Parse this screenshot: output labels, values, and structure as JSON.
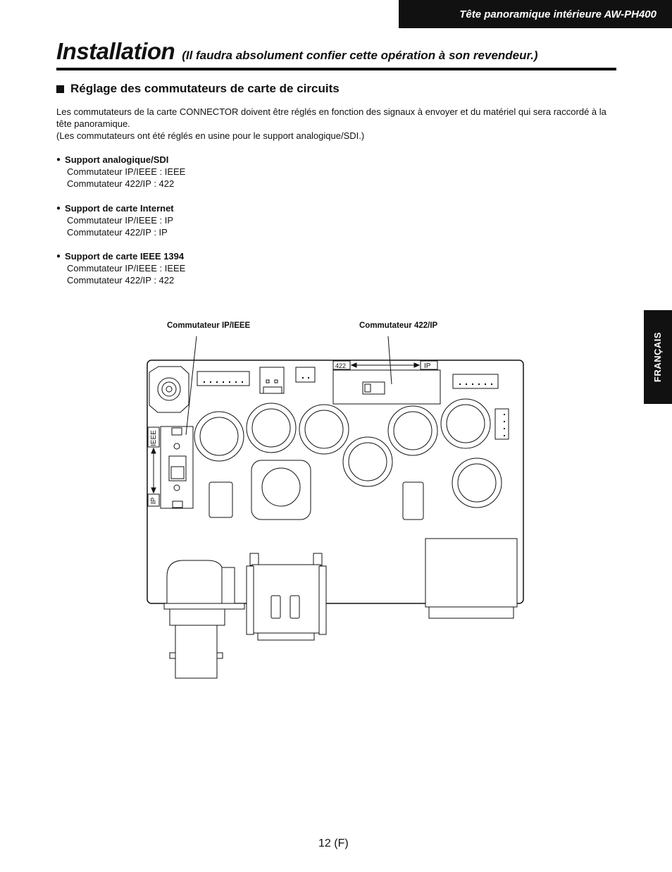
{
  "header": {
    "title": "Tête panoramique intérieure  AW-PH400"
  },
  "title": {
    "main": "Installation",
    "sub": "(Il faudra absolument confier cette opération à son revendeur.)"
  },
  "section": {
    "heading": "Réglage des commutateurs de carte de circuits"
  },
  "intro": {
    "line1": "Les commutateurs de la carte CONNECTOR doivent être réglés en fonction des signaux à envoyer et du matériel qui sera raccordé à la tête panoramique.",
    "line2": "(Les commutateurs ont été réglés en usine pour le support analogique/SDI.)"
  },
  "supports": [
    {
      "title": "Support analogique/SDI",
      "line1": "Commutateur IP/IEEE : IEEE",
      "line2": "Commutateur 422/IP : 422"
    },
    {
      "title": "Support de carte Internet",
      "line1": "Commutateur IP/IEEE : IP",
      "line2": "Commutateur 422/IP : IP"
    },
    {
      "title": "Support de carte IEEE 1394",
      "line1": "Commutateur IP/IEEE : IEEE",
      "line2": "Commutateur 422/IP : 422"
    }
  ],
  "diagram": {
    "label_ip_ieee": "Commutateur IP/IEEE",
    "label_422_ip": "Commutateur 422/IP",
    "board": {
      "text_422": "422",
      "text_ip_top": "IP",
      "text_ieee": "IEEE",
      "text_ip_side": "IP"
    }
  },
  "language_tab": "FRANÇAIS",
  "page_number": "12 (F)",
  "icons": {
    "section": "black-square-icon",
    "bullet": "bullet-dot-icon"
  }
}
